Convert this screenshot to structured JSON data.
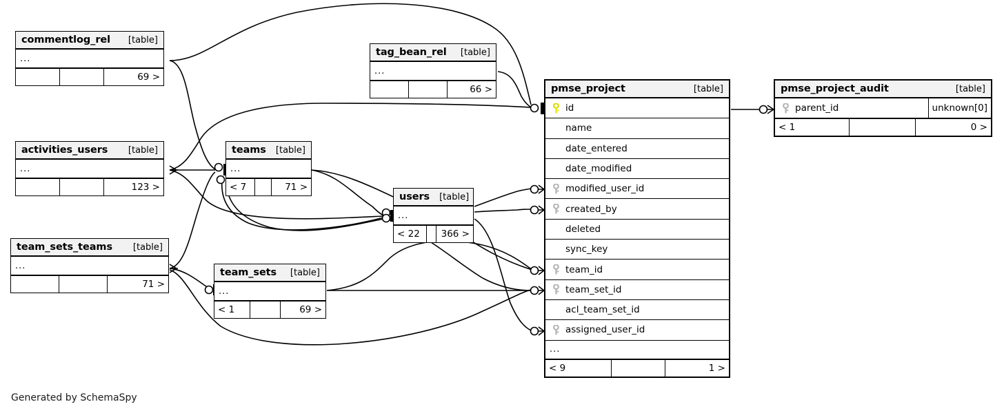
{
  "diagram": {
    "title": "SchemaSpy relationships diagram",
    "footer_text": "Generated by SchemaSpy",
    "background": "#ffffff",
    "line_color": "#000000",
    "header_fill": "#f2f2f2",
    "pk_key_color": "#e8e800",
    "fk_key_color": "#b3b3b3",
    "table_tag": "[table]"
  },
  "tables": [
    {
      "id": "commentlog_rel",
      "name": "commentlog_rel",
      "tag": "[table]",
      "ellipsis": "...",
      "columns": [],
      "footer": {
        "left": "",
        "middle": "",
        "right": "69 >"
      }
    },
    {
      "id": "tag_bean_rel",
      "name": "tag_bean_rel",
      "tag": "[table]",
      "ellipsis": "...",
      "columns": [],
      "footer": {
        "left": "",
        "middle": "",
        "right": "66 >"
      }
    },
    {
      "id": "activities_users",
      "name": "activities_users",
      "tag": "[table]",
      "ellipsis": "...",
      "columns": [],
      "footer": {
        "left": "",
        "middle": "",
        "right": "123 >"
      }
    },
    {
      "id": "teams",
      "name": "teams",
      "tag": "[table]",
      "ellipsis": "...",
      "columns": [],
      "footer": {
        "left": "< 7",
        "middle": "",
        "right": "71 >"
      }
    },
    {
      "id": "users",
      "name": "users",
      "tag": "[table]",
      "ellipsis": "...",
      "columns": [],
      "footer": {
        "left": "< 22",
        "middle": "",
        "right": "366 >"
      }
    },
    {
      "id": "team_sets_teams",
      "name": "team_sets_teams",
      "tag": "[table]",
      "ellipsis": "...",
      "columns": [],
      "footer": {
        "left": "",
        "middle": "",
        "right": "71 >"
      }
    },
    {
      "id": "team_sets",
      "name": "team_sets",
      "tag": "[table]",
      "ellipsis": "...",
      "columns": [],
      "footer": {
        "left": "< 1",
        "middle": "",
        "right": "69 >"
      }
    },
    {
      "id": "pmse_project",
      "name": "pmse_project",
      "tag": "[table]",
      "ellipsis": "...",
      "columns": [
        {
          "name": "id",
          "key": "primary"
        },
        {
          "name": "name",
          "key": "none"
        },
        {
          "name": "date_entered",
          "key": "none"
        },
        {
          "name": "date_modified",
          "key": "none"
        },
        {
          "name": "modified_user_id",
          "key": "foreign"
        },
        {
          "name": "created_by",
          "key": "foreign"
        },
        {
          "name": "deleted",
          "key": "none"
        },
        {
          "name": "sync_key",
          "key": "none"
        },
        {
          "name": "team_id",
          "key": "foreign"
        },
        {
          "name": "team_set_id",
          "key": "foreign"
        },
        {
          "name": "acl_team_set_id",
          "key": "none"
        },
        {
          "name": "assigned_user_id",
          "key": "foreign"
        }
      ],
      "footer": {
        "left": "< 9",
        "middle": "",
        "right": "1 >"
      }
    },
    {
      "id": "pmse_project_audit",
      "name": "pmse_project_audit",
      "tag": "[table]",
      "ellipsis": null,
      "columns": [
        {
          "name": "parent_id",
          "key": "foreign",
          "type": "unknown[0]"
        }
      ],
      "footer": {
        "left": "< 1",
        "middle": "",
        "right": "0 >"
      }
    }
  ]
}
